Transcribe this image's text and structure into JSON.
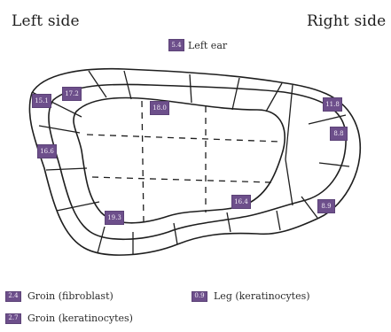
{
  "labels": {
    "left_side": "Left side",
    "right_side": "Right side"
  },
  "top_badge": {
    "value": "5.4",
    "label": "Left ear"
  },
  "regions": [
    {
      "id": "r1",
      "value": "15.1"
    },
    {
      "id": "r2",
      "value": "17.2"
    },
    {
      "id": "r3",
      "value": "18.0"
    },
    {
      "id": "r4",
      "value": "11.8"
    },
    {
      "id": "r5",
      "value": "8.8"
    },
    {
      "id": "r6",
      "value": "16.6"
    },
    {
      "id": "r7",
      "value": "19.3"
    },
    {
      "id": "r8",
      "value": "16.4"
    },
    {
      "id": "r9",
      "value": "8.9"
    }
  ],
  "legend": [
    {
      "value": "2.4",
      "label": "Groin (fibroblast)"
    },
    {
      "value": "0.9",
      "label": "Leg (keratinocytes)"
    },
    {
      "value": "2.7",
      "label": "Groin (keratinocytes)"
    }
  ],
  "colors": {
    "badge": "#6d4f8b",
    "outline": "#1e1e1e"
  }
}
